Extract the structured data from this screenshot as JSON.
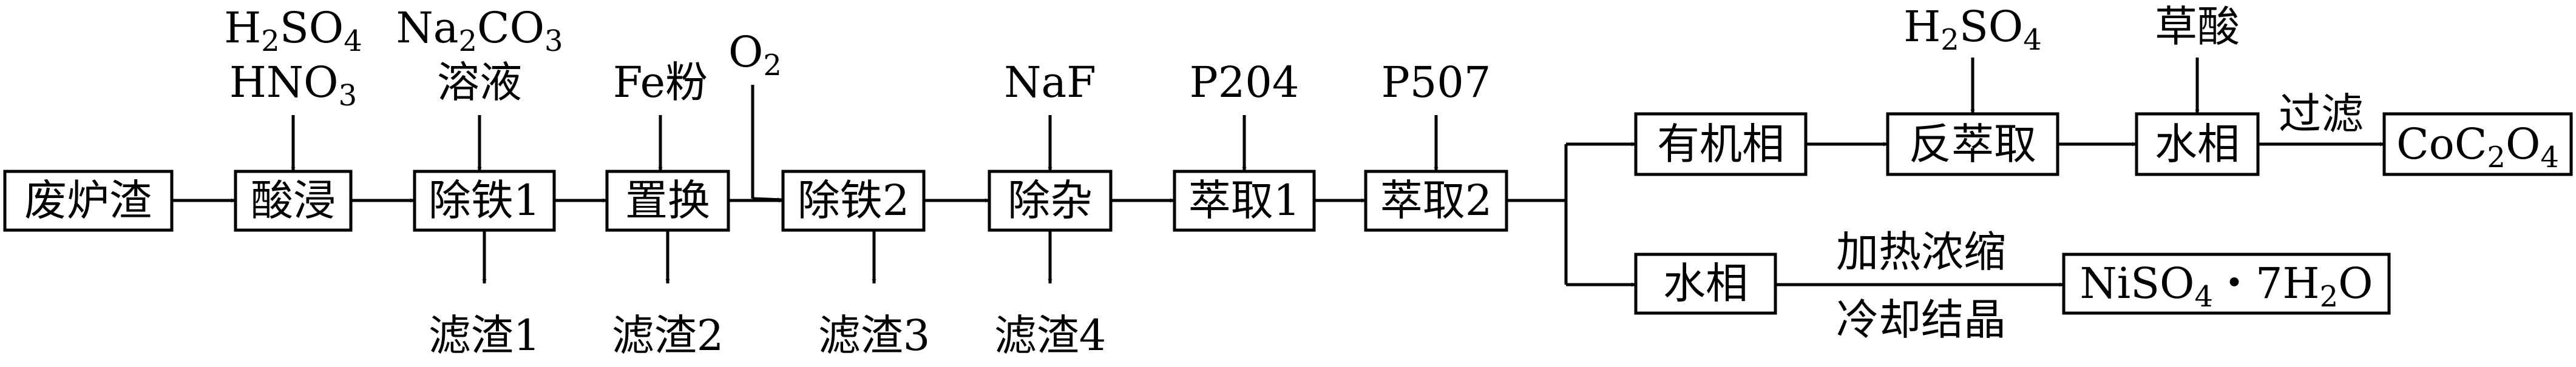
{
  "nodes": {
    "slag": "废炉渣",
    "acid_leach": "酸浸",
    "fe_removal_1": "除铁1",
    "replacement": "置换",
    "fe_removal_2": "除铁2",
    "impurity_removal": "除杂",
    "extraction_1": "萃取1",
    "extraction_2": "萃取2",
    "organic_phase": "有机相",
    "back_extraction": "反萃取",
    "aqueous_phase_top": "水相",
    "aqueous_phase_bottom": "水相"
  },
  "products": {
    "cobalt_oxalate": {
      "a": "CoC",
      "b": "2",
      "c": "O",
      "d": "4"
    },
    "nickel_sulfate": {
      "a": "NiSO",
      "b": "4",
      "c": "・7H",
      "d": "2",
      "e": "O"
    }
  },
  "reagents": {
    "h2so4": {
      "a": "H",
      "b": "2",
      "c": "SO",
      "d": "4"
    },
    "hno3": {
      "a": "HNO",
      "b": "3"
    },
    "na2co3": {
      "a": "Na",
      "b": "2",
      "c": "CO",
      "d": "3"
    },
    "solution": "溶液",
    "fe_powder": "Fe粉",
    "o2": {
      "a": "O",
      "b": "2"
    },
    "naf": "NaF",
    "p204": "P204",
    "p507": "P507",
    "h2so4_back": {
      "a": "H",
      "b": "2",
      "c": "SO",
      "d": "4"
    },
    "oxalic_acid": "草酸"
  },
  "residues": {
    "r1": "滤渣1",
    "r2": "滤渣2",
    "r3": "滤渣3",
    "r4": "滤渣4"
  },
  "operations": {
    "filter": "过滤",
    "heat_concentrate": "加热浓缩",
    "cool_crystallize": "冷却结晶"
  }
}
